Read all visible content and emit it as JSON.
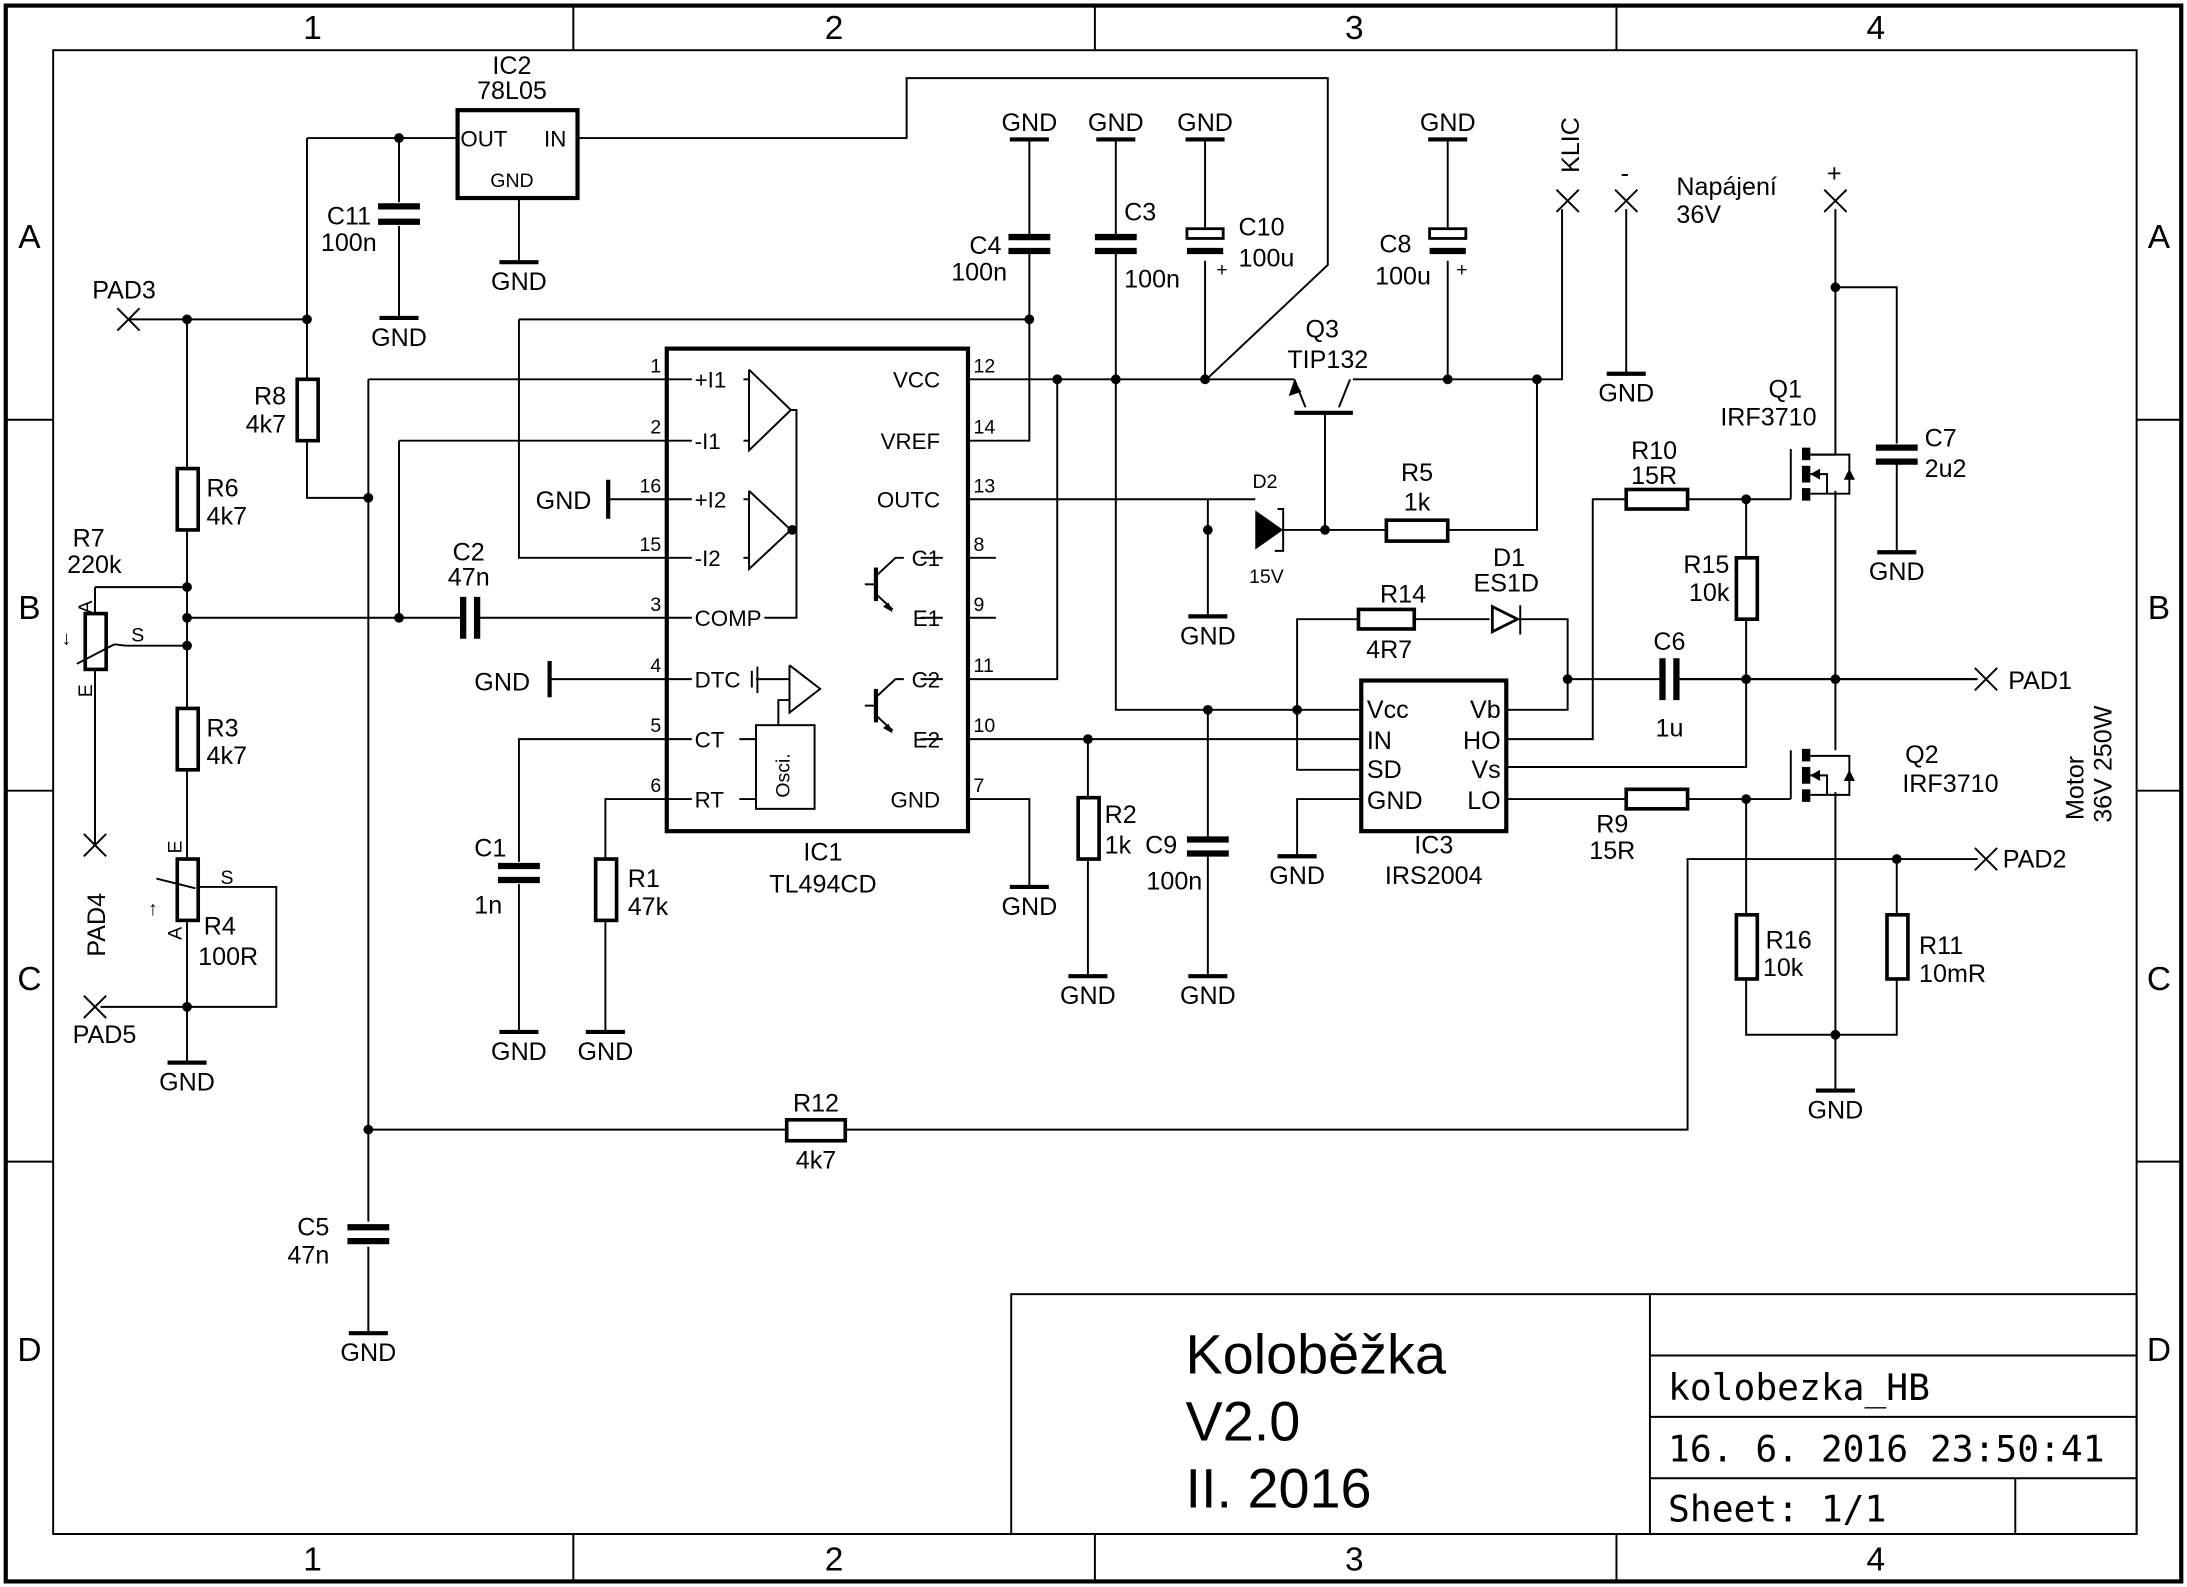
{
  "frame": {
    "columns": [
      "1",
      "2",
      "3",
      "4"
    ],
    "rows": [
      "A",
      "B",
      "C",
      "D"
    ]
  },
  "title_block": {
    "title": "Koloběžka",
    "version": "V2.0",
    "date_line": "II. 2016",
    "filename": "kolobezka_HB",
    "timestamp": "16. 6. 2016 23:50:41",
    "sheet": "Sheet: 1/1"
  },
  "gnd": "GND",
  "components": {
    "IC1": {
      "ref": "IC1",
      "value": "TL494CD",
      "left_pins": [
        {
          "num": "1",
          "name": "+I1"
        },
        {
          "num": "2",
          "name": "-I1"
        },
        {
          "num": "16",
          "name": "+I2"
        },
        {
          "num": "15",
          "name": "-I2"
        },
        {
          "num": "3",
          "name": "COMP"
        },
        {
          "num": "4",
          "name": "DTC"
        },
        {
          "num": "5",
          "name": "CT"
        },
        {
          "num": "6",
          "name": "RT"
        }
      ],
      "right_pins": [
        {
          "num": "12",
          "name": "VCC"
        },
        {
          "num": "14",
          "name": "VREF"
        },
        {
          "num": "13",
          "name": "OUTC"
        },
        {
          "num": "8",
          "name": "C1"
        },
        {
          "num": "9",
          "name": "E1"
        },
        {
          "num": "11",
          "name": "C2"
        },
        {
          "num": "10",
          "name": "E2"
        },
        {
          "num": "7",
          "name": "GND"
        }
      ],
      "osc_label": "Osci."
    },
    "IC2": {
      "ref": "IC2",
      "value": "78L05",
      "pin_out": "OUT",
      "pin_in": "IN",
      "pin_gnd": "GND"
    },
    "IC3": {
      "ref": "IC3",
      "value": "IRS2004",
      "left_pins": [
        "Vcc",
        "IN",
        "SD",
        "GND"
      ],
      "right_pins": [
        "Vb",
        "HO",
        "Vs",
        "LO"
      ]
    },
    "Q1": {
      "ref": "Q1",
      "value": "IRF3710"
    },
    "Q2": {
      "ref": "Q2",
      "value": "IRF3710"
    },
    "Q3": {
      "ref": "Q3",
      "value": "TIP132"
    },
    "D1": {
      "ref": "D1",
      "value": "ES1D"
    },
    "D2": {
      "ref": "D2",
      "value": "15V"
    },
    "R1": {
      "ref": "R1",
      "value": "47k"
    },
    "R2": {
      "ref": "R2",
      "value": "1k"
    },
    "R3": {
      "ref": "R3",
      "value": "4k7"
    },
    "R4": {
      "ref": "R4",
      "value": "100R",
      "pin_a": "A",
      "pin_e": "E",
      "pin_s": "S"
    },
    "R5": {
      "ref": "R5",
      "value": "1k"
    },
    "R6": {
      "ref": "R6",
      "value": "4k7"
    },
    "R7": {
      "ref": "R7",
      "value": "220k",
      "pin_a": "A",
      "pin_e": "E",
      "pin_s": "S"
    },
    "R8": {
      "ref": "R8",
      "value": "4k7"
    },
    "R9": {
      "ref": "R9",
      "value": "15R"
    },
    "R10": {
      "ref": "R10",
      "value": "15R"
    },
    "R11": {
      "ref": "R11",
      "value": "10mR"
    },
    "R12": {
      "ref": "R12",
      "value": "4k7"
    },
    "R14": {
      "ref": "R14",
      "value": "4R7"
    },
    "R15": {
      "ref": "R15",
      "value": "10k"
    },
    "R16": {
      "ref": "R16",
      "value": "10k"
    },
    "C1": {
      "ref": "C1",
      "value": "1n"
    },
    "C2": {
      "ref": "C2",
      "value": "47n"
    },
    "C3": {
      "ref": "C3",
      "value": "100n"
    },
    "C4": {
      "ref": "C4",
      "value": "100n"
    },
    "C5": {
      "ref": "C5",
      "value": "47n"
    },
    "C6": {
      "ref": "C6",
      "value": "1u"
    },
    "C7": {
      "ref": "C7",
      "value": "2u2"
    },
    "C8": {
      "ref": "C8",
      "value": "100u"
    },
    "C9": {
      "ref": "C9",
      "value": "100n"
    },
    "C10": {
      "ref": "C10",
      "value": "100u"
    },
    "C11": {
      "ref": "C11",
      "value": "100n"
    }
  },
  "pads": {
    "PAD1": "PAD1",
    "PAD2": "PAD2",
    "PAD3": "PAD3",
    "PAD4": "PAD4",
    "PAD5": "PAD5",
    "KLIC": "KLIC",
    "minus": "-",
    "plus": "+",
    "power_label_1": "Napájení",
    "power_label_2": "36V",
    "motor_label_1": "Motor",
    "motor_label_2": "36V 250W"
  }
}
